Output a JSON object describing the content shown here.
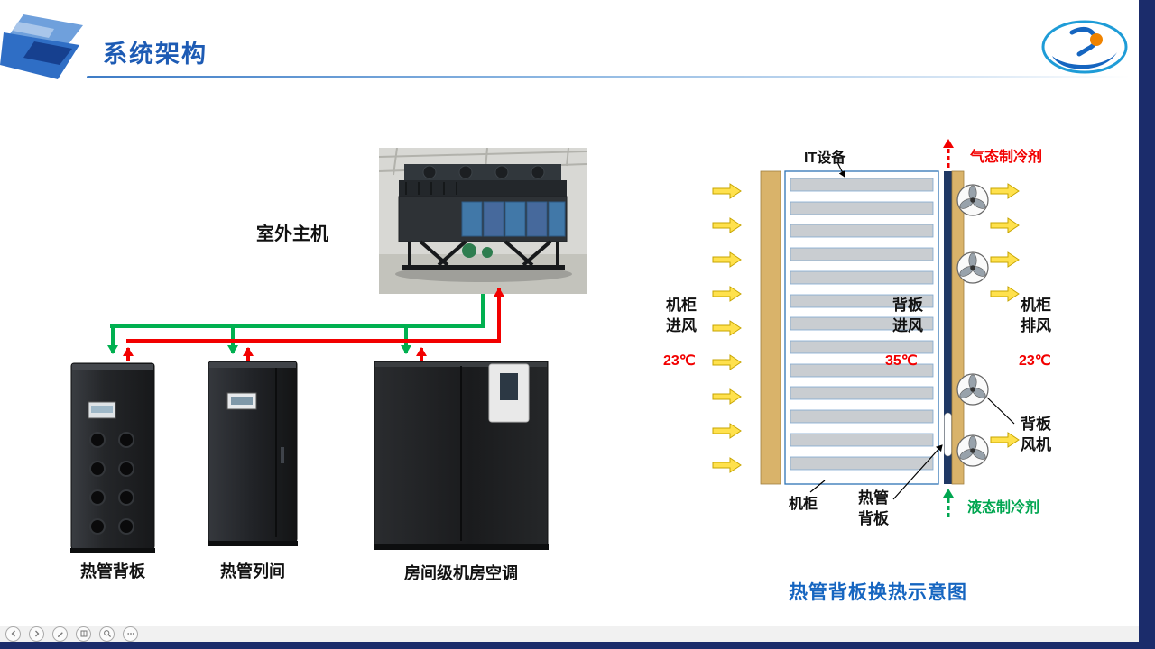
{
  "header": {
    "title": "系统架构"
  },
  "left_panel": {
    "outdoor_unit_label": "室外主机",
    "units": [
      {
        "label": "热管背板"
      },
      {
        "label": "热管列间"
      },
      {
        "label": "房间级机房空调"
      }
    ]
  },
  "diagram": {
    "labels": {
      "it_equipment": "IT设备",
      "gas_refrigerant": "气态制冷剂",
      "cabinet_intake": "机柜\n进风",
      "intake_temp": "23℃",
      "backplane_intake": "背板\n进风",
      "backplane_temp": "35℃",
      "cabinet_exhaust": "机柜\n排风",
      "exhaust_temp": "23℃",
      "backplane_fan": "背板\n风机",
      "cabinet": "机柜",
      "heat_pipe_backplane": "热管\n背板",
      "liquid_refrigerant": "液态制冷剂"
    },
    "caption": "热管背板换热示意图",
    "colors": {
      "hot_red": "#f20000",
      "cool_green": "#00a650",
      "cabinet_tan": "#d9b36a",
      "backplane_navy": "#1f3864",
      "arrow_yellow": "#ffe14d",
      "caption_blue": "#1565c0"
    }
  },
  "toolbar": {
    "icons": [
      "prev-slide",
      "next-slide",
      "pen",
      "see-all-slides",
      "zoom",
      "more-options"
    ]
  },
  "theme": {
    "title_blue": "#1d5bb4",
    "footer_navy": "#1b2c6b"
  }
}
